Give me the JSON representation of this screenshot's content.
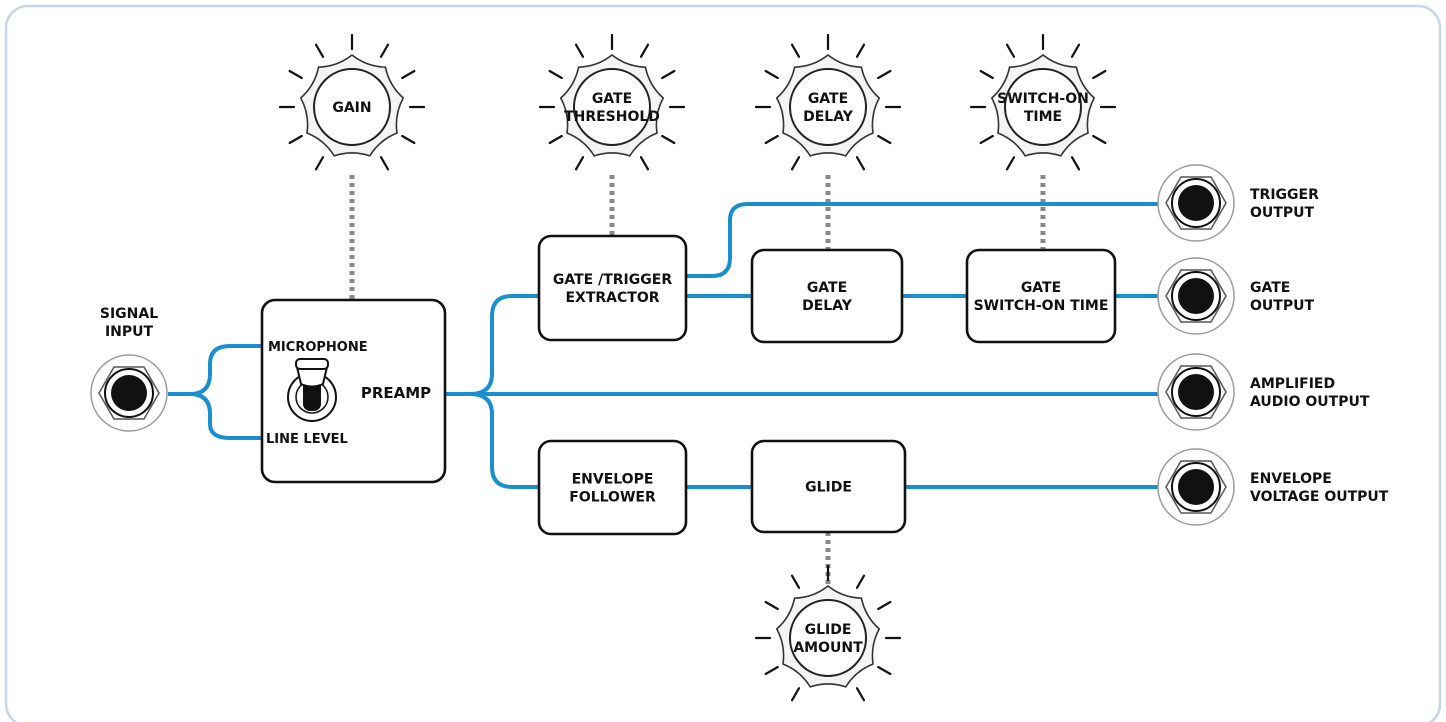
{
  "frame": {
    "border_color": "#c7d6e6",
    "wire_color": "#1a8fd0",
    "link_color": "#888888"
  },
  "inputs": [
    {
      "id": "signal-input",
      "label": [
        "SIGNAL",
        "INPUT"
      ]
    }
  ],
  "switch": {
    "label": "PREAMP",
    "positions": [
      "MICROPHONE",
      "LINE LEVEL"
    ]
  },
  "blocks": [
    {
      "id": "gate-trigger-extractor",
      "label": [
        "GATE /TRIGGER",
        "EXTRACTOR"
      ]
    },
    {
      "id": "gate-delay",
      "label": [
        "GATE",
        "DELAY"
      ]
    },
    {
      "id": "gate-switch-on-time",
      "label": [
        "GATE",
        "SWITCH-ON TIME"
      ]
    },
    {
      "id": "envelope-follower",
      "label": [
        "ENVELOPE",
        "FOLLOWER"
      ]
    },
    {
      "id": "glide",
      "label": [
        "GLIDE"
      ]
    }
  ],
  "knobs": [
    {
      "id": "gain",
      "label": [
        "GAIN"
      ]
    },
    {
      "id": "gate-threshold",
      "label": [
        "GATE",
        "THRESHOLD"
      ]
    },
    {
      "id": "gate-delay",
      "label": [
        "GATE",
        "DELAY"
      ]
    },
    {
      "id": "switch-on-time",
      "label": [
        "SWITCH-ON",
        "TIME"
      ]
    },
    {
      "id": "glide-amount",
      "label": [
        "GLIDE",
        "AMOUNT"
      ]
    }
  ],
  "outputs": [
    {
      "id": "trigger-output",
      "label": [
        "TRIGGER",
        "OUTPUT"
      ]
    },
    {
      "id": "gate-output",
      "label": [
        "GATE",
        "OUTPUT"
      ]
    },
    {
      "id": "amplified-audio-output",
      "label": [
        "AMPLIFIED",
        "AUDIO OUTPUT"
      ]
    },
    {
      "id": "envelope-voltage-output",
      "label": [
        "ENVELOPE",
        "VOLTAGE OUTPUT"
      ]
    }
  ]
}
